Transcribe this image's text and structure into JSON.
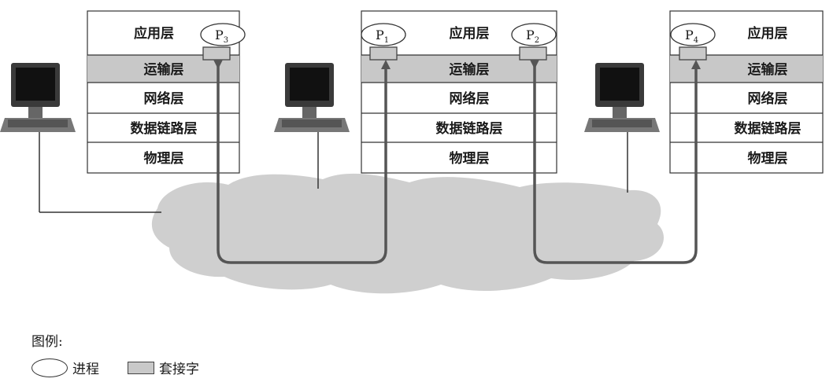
{
  "hosts": [
    {
      "layers": [
        "应用层",
        "运输层",
        "网络层",
        "数据链路层",
        "物理层"
      ],
      "processes": [
        {
          "name": "P",
          "sub": "3"
        }
      ]
    },
    {
      "layers": [
        "应用层",
        "运输层",
        "网络层",
        "数据链路层",
        "物理层"
      ],
      "processes": [
        {
          "name": "P",
          "sub": "1"
        },
        {
          "name": "P",
          "sub": "2"
        }
      ]
    },
    {
      "layers": [
        "应用层",
        "运输层",
        "网络层",
        "数据链路层",
        "物理层"
      ],
      "processes": [
        {
          "name": "P",
          "sub": "4"
        }
      ]
    }
  ],
  "legend": {
    "title": "图例:",
    "process_label": "进程",
    "socket_label": "套接字"
  },
  "colors": {
    "transport_fill": "#c8c8c8",
    "cloud_fill": "#cfcfcf",
    "arrow": "#555555",
    "socket_fill": "#c9c9c9"
  }
}
